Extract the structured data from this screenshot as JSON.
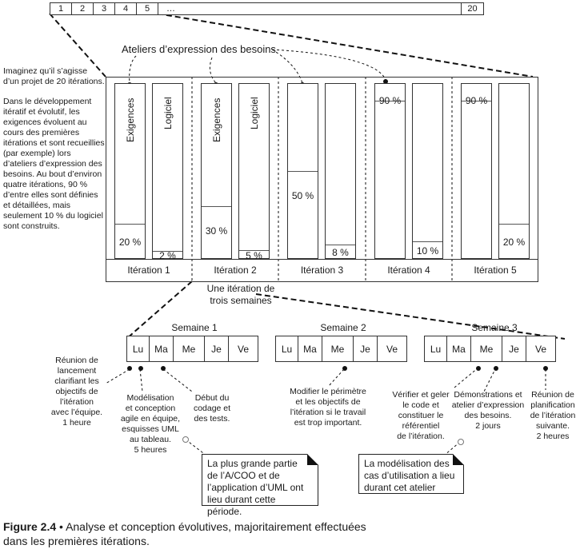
{
  "iterations_strip": {
    "cells": [
      "1",
      "2",
      "3",
      "4",
      "5",
      "…",
      "20"
    ]
  },
  "header_label": "Ateliers d’expression des besoins",
  "left_text": {
    "para1": "Imaginez qu’il s’agisse\nd’un projet de 20 itérations.",
    "para2": "Dans le développement\nitératif et évolutif, les\nexigences évoluent au\ncours des premières\nitérations et sont recueillies\n(par exemple) lors\nd’ateliers d’expression des\nbesoins. Au bout d’environ\nquatre itérations, 90  %\nd’entre elles sont définies\net détaillées, mais\nseulement 10  % du logiciel\nsont construits."
  },
  "bar_labels": {
    "exigences": "Exigences",
    "logiciel": "Logiciel"
  },
  "iterations": [
    {
      "label": "Itération 1",
      "exigences": "20 %",
      "logiciel": "2 %",
      "exigences_value": 20,
      "logiciel_value": 2
    },
    {
      "label": "Itération 2",
      "exigences": "30 %",
      "logiciel": "5 %",
      "exigences_value": 30,
      "logiciel_value": 5
    },
    {
      "label": "Itération 3",
      "exigences": "50 %",
      "logiciel": "8 %",
      "exigences_value": 50,
      "logiciel_value": 8
    },
    {
      "label": "Itération 4",
      "exigences": "90 %",
      "logiciel": "10 %",
      "exigences_value": 90,
      "logiciel_value": 10
    },
    {
      "label": "Itération 5",
      "exigences": "90 %",
      "logiciel": "20 %",
      "exigences_value": 90,
      "logiciel_value": 20
    }
  ],
  "iteration_subtitle": "Une itération de\ntrois semaines",
  "weeks": [
    {
      "label": "Semaine 1",
      "days": [
        "Lu",
        "Ma",
        "Me",
        "Je",
        "Ve"
      ]
    },
    {
      "label": "Semaine 2",
      "days": [
        "Lu",
        "Ma",
        "Me",
        "Je",
        "Ve"
      ]
    },
    {
      "label": "Semaine 3",
      "days": [
        "Lu",
        "Ma",
        "Me",
        "Je",
        "Ve"
      ]
    }
  ],
  "annotations": {
    "reunion": "Réunion de\nlancement\nclarifiant les\nobjectifs de\nl’itération\navec l’équipe.\n1 heure",
    "modelisation": "Modélisation\net conception\nagile en équipe,\nesquisses UML\nau tableau.\n5 heures",
    "debut": "Début du\ncodage et\ndes tests.",
    "modifier": "Modifier le périmètre\net les objectifs de\nl’itération si le travail\nest trop important.",
    "verifier": "Vérifier et geler\nle code et\nconstituer le\nréférentiel\nde l’itération.",
    "demonstrations": "Démonstrations et\natelier d’expression\ndes besoins.\n2 jours",
    "planification": "Réunion de\nplanification\nde l’itération\nsuivante.\n2 heures"
  },
  "notes": {
    "note1": "La plus grande partie\nde l’A/COO et de\nl’application d’UML ont\nlieu durant cette période.",
    "note2": "La modélisation des\ncas d’utilisation a lieu\ndurant cet atelier"
  },
  "caption": {
    "figure": "Figure 2.4",
    "bullet": " • ",
    "text": "Analyse et conception évolutives, majoritairement effectuées\ndans les premières itérations."
  }
}
